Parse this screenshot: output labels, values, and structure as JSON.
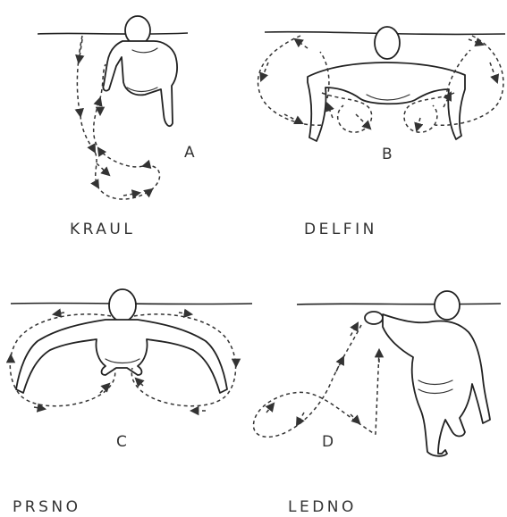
{
  "panels": [
    {
      "letter": "A",
      "name": "KRAUL"
    },
    {
      "letter": "B",
      "name": "DELFIN"
    },
    {
      "letter": "C",
      "name": ""
    },
    {
      "letter": "D",
      "name": ""
    }
  ],
  "bottom_names": {
    "left": "PRSNO",
    "right": "LEDNO"
  },
  "colors": {
    "ink": "#222222",
    "paper": "#ffffff"
  }
}
